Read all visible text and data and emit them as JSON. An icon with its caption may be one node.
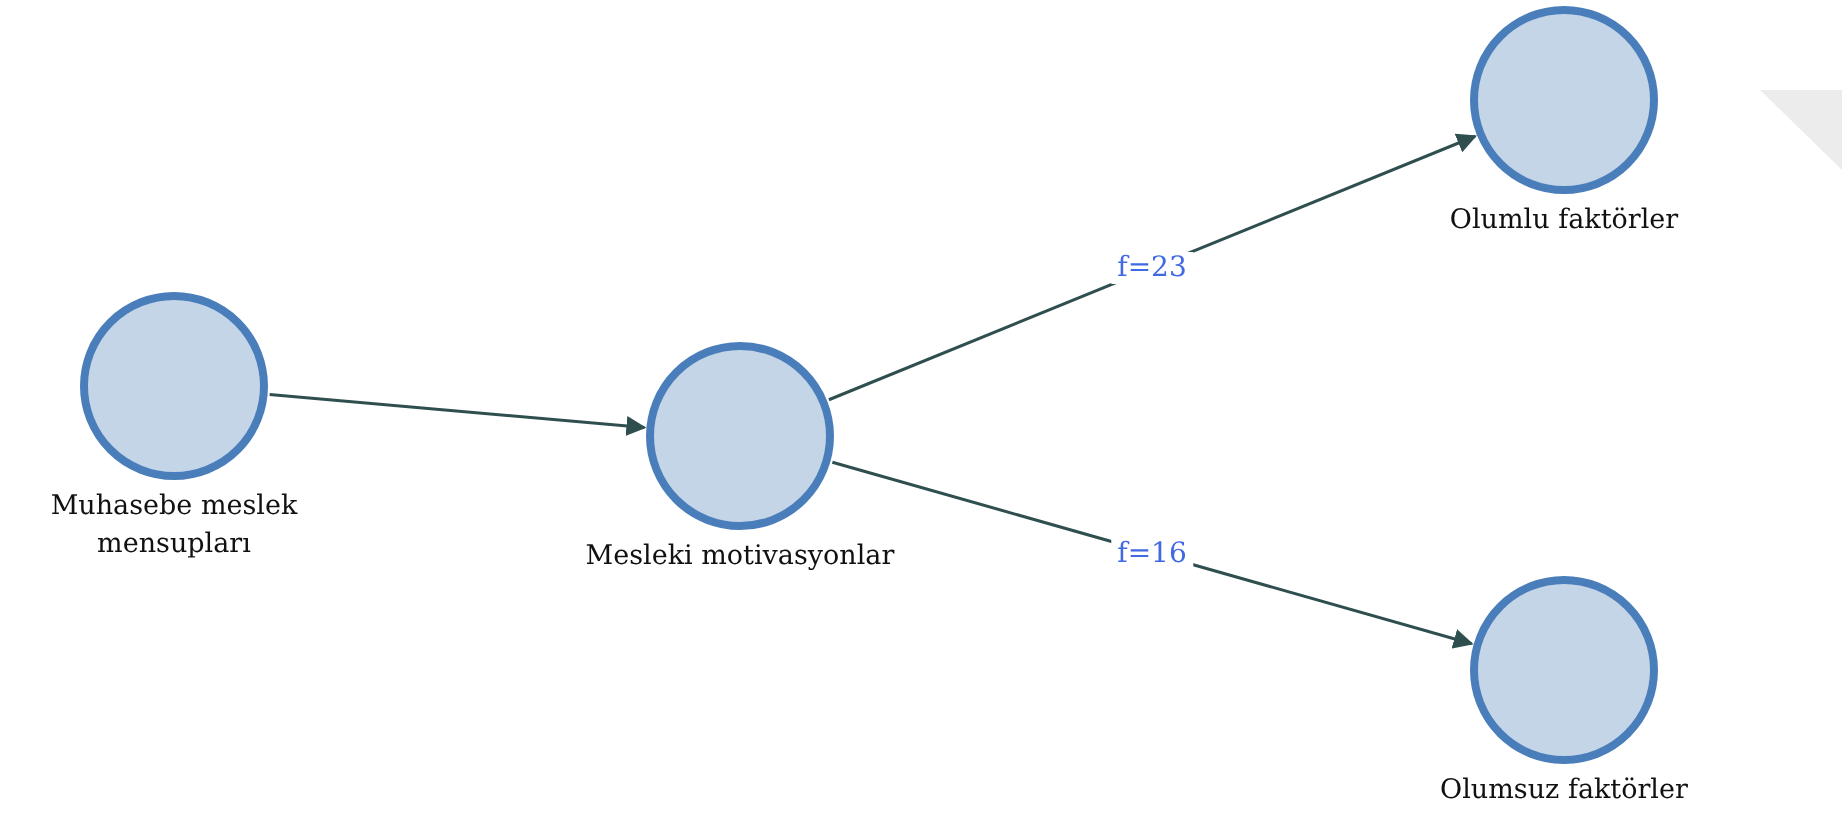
{
  "diagram": {
    "nodes": [
      {
        "text": [
          "Muhasebe meslek mensupları"
        ]
      },
      {
        "text": [
          "Mesleki motivasyonlar"
        ]
      },
      {
        "text": [
          "Olumlu faktörler"
        ]
      },
      {
        "text": [
          "Olumsuz faktörler"
        ]
      }
    ],
    "edges": [
      {
        "from": 0,
        "to": 1,
        "arrow": "to"
      },
      {
        "from": 1,
        "to": 2,
        "arrow": "to",
        "label": "f=23"
      },
      {
        "from": 1,
        "to": 3,
        "arrow": "to",
        "label": "f=16"
      }
    ]
  }
}
